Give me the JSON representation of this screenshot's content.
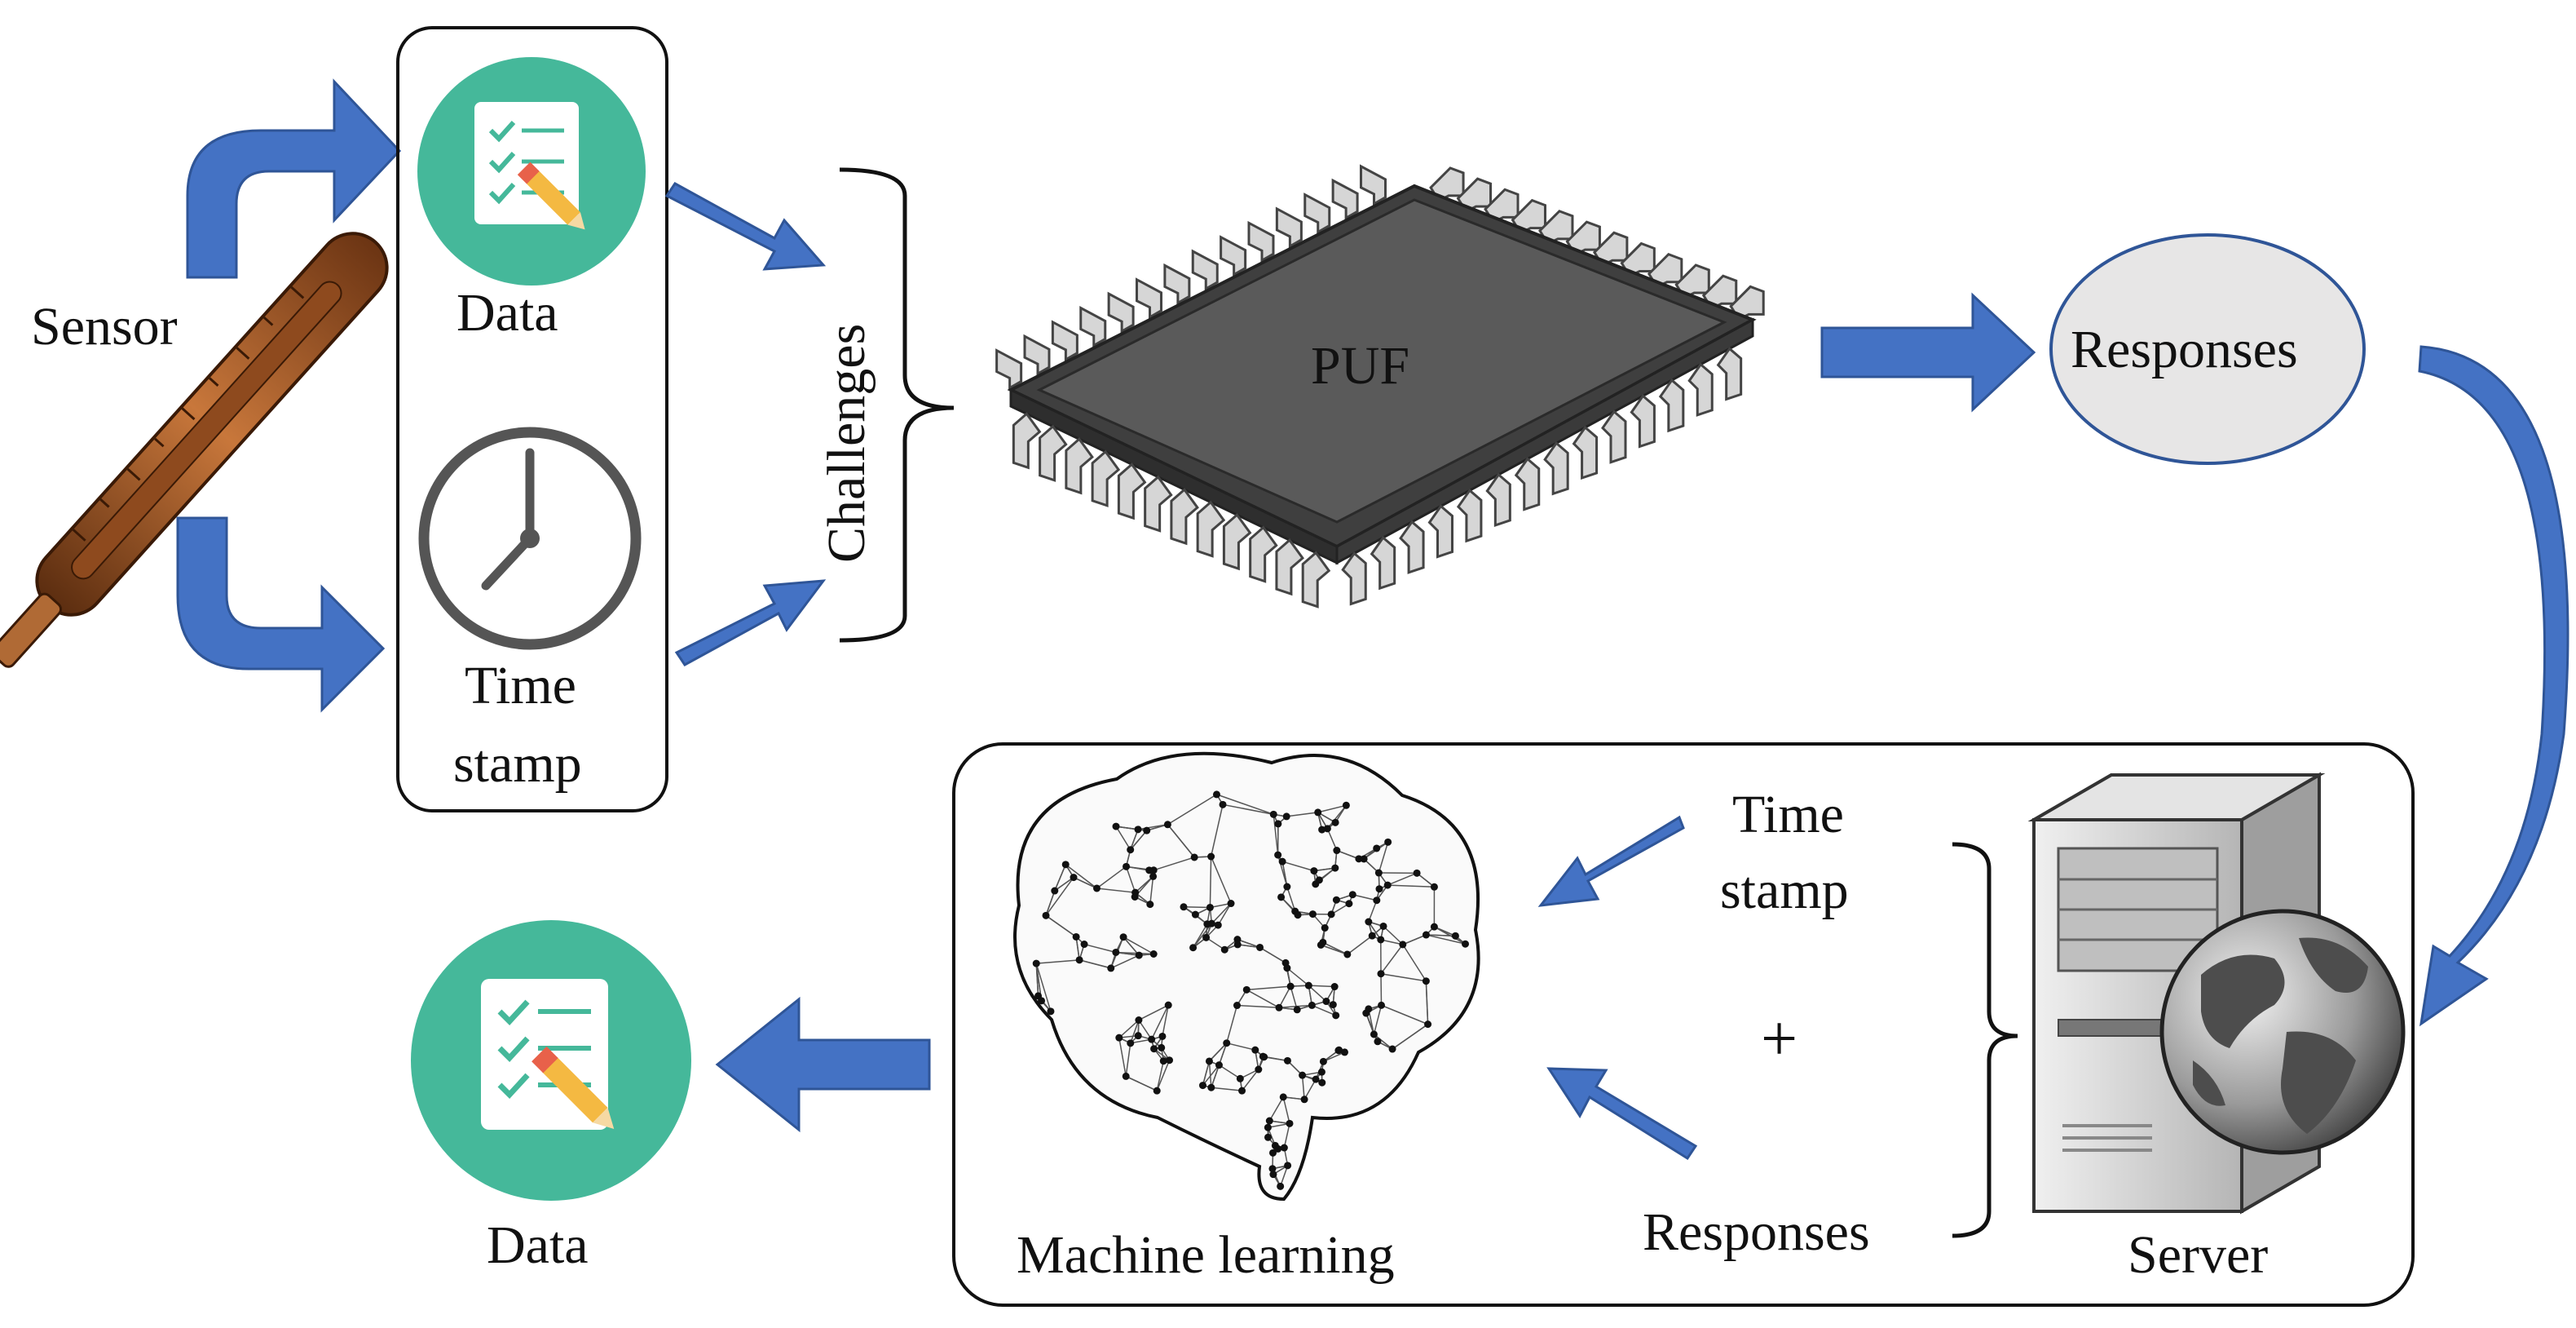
{
  "labels": {
    "sensor": "Sensor",
    "data_top": "Data",
    "time": "Time",
    "stamp": "stamp",
    "challenges": "Challenges",
    "puf": "PUF",
    "responses_top": "Responses",
    "time_bottom": "Time",
    "stamp_bottom": "stamp",
    "plus": "+",
    "responses_bottom": "Responses",
    "machine_learning": "Machine learning",
    "server": "Server",
    "data_bottom": "Data"
  },
  "colors": {
    "arrow": "#4472C4",
    "arrow_edge": "#2F5597",
    "data_circle": "#45B89A",
    "chip_top": "#5a5a5a",
    "responses_fill": "#E7E6E6",
    "responses_edge": "#2F5597"
  },
  "icons": [
    "thermometer-icon",
    "checklist-icon",
    "clock-icon",
    "chip-icon",
    "brain-network-icon",
    "server-icon",
    "globe-icon"
  ]
}
